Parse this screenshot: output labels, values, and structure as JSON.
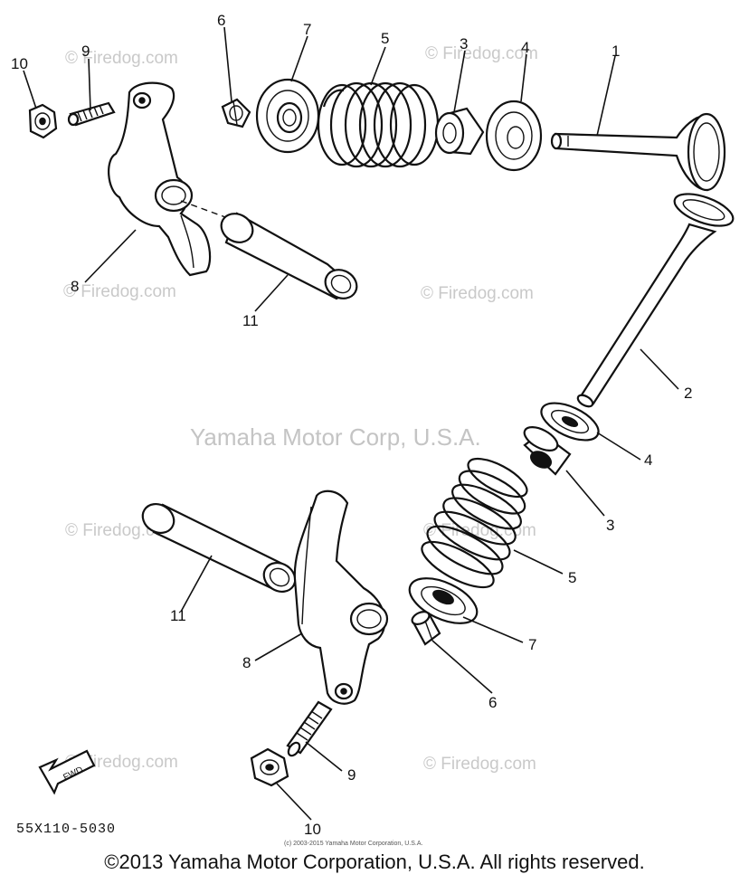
{
  "watermark": {
    "firedog_text": "© Firedog.com",
    "center_text": "Yamaha Motor Corp, U.S.A."
  },
  "diagram_code": "55X110-5030",
  "credit_text": "(c) 2003-2015 Yamaha Motor Corporation, U.S.A.",
  "copyright_text": "©2013 Yamaha Motor Corporation, U.S.A. All rights reserved.",
  "fwd_label": "FWD",
  "callouts": {
    "top": {
      "c10": "10",
      "c9": "9",
      "c6": "6",
      "c7": "7",
      "c5": "5",
      "c3": "3",
      "c4": "4",
      "c1": "1",
      "c8": "8",
      "c11": "11"
    },
    "bottom": {
      "c2": "2",
      "c4": "4",
      "c3": "3",
      "c5": "5",
      "c11": "11",
      "c8": "8",
      "c7": "7",
      "c6": "6",
      "c9": "9",
      "c10": "10"
    }
  }
}
